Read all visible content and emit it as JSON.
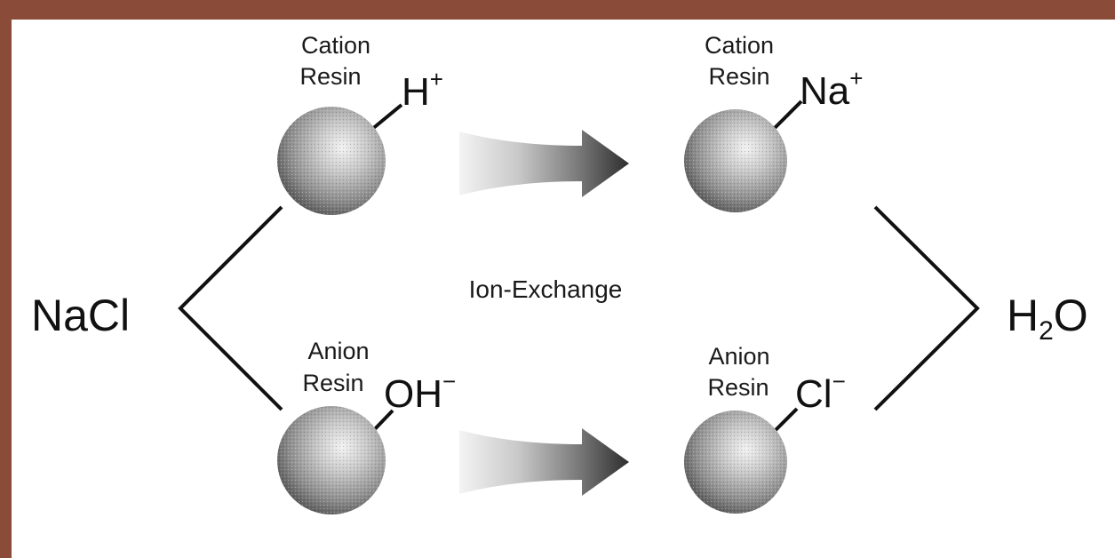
{
  "left_compound": "NaCl",
  "center_label": "Ion-Exchange",
  "right_compound": {
    "main": "H",
    "subscript": "2",
    "suffix": "O"
  },
  "top_left": {
    "label_line1": "Cation",
    "label_line2": "Resin",
    "ion": "H",
    "charge": "+"
  },
  "top_right": {
    "label_line1": "Cation",
    "label_line2": "Resin",
    "ion": "Na",
    "charge": "+"
  },
  "bottom_left": {
    "label_line1": "Anion",
    "label_line2": "Resin",
    "ion": "OH",
    "charge": "−"
  },
  "bottom_right": {
    "label_line1": "Anion",
    "label_line2": "Resin",
    "ion": "Cl",
    "charge": "−"
  },
  "colors": {
    "frame": "#8a4c38",
    "panel": "#ffffff",
    "ink": "#111111"
  }
}
